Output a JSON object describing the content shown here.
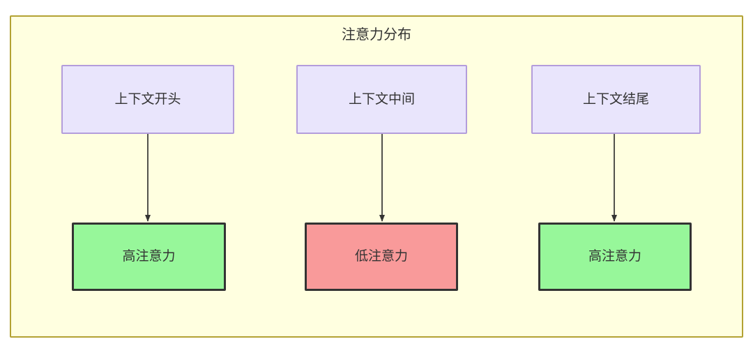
{
  "diagram": {
    "title": "注意力分布",
    "container": {
      "fill": "#ffffe0",
      "stroke": "#b3a233"
    },
    "nodes": [
      {
        "id": "ctx-start",
        "label": "上下文开头",
        "row": "top",
        "fill": "#e9e5fc",
        "stroke": "#b39ddb"
      },
      {
        "id": "ctx-middle",
        "label": "上下文中间",
        "row": "top",
        "fill": "#e9e5fc",
        "stroke": "#b39ddb"
      },
      {
        "id": "ctx-end",
        "label": "上下文结尾",
        "row": "top",
        "fill": "#e9e5fc",
        "stroke": "#b39ddb"
      },
      {
        "id": "attn-start",
        "label": "高注意力",
        "row": "bottom",
        "fill": "#97f79a",
        "stroke": "#333333"
      },
      {
        "id": "attn-middle",
        "label": "低注意力",
        "row": "bottom",
        "fill": "#f99a9a",
        "stroke": "#333333"
      },
      {
        "id": "attn-end",
        "label": "高注意力",
        "row": "bottom",
        "fill": "#97f79a",
        "stroke": "#333333"
      }
    ],
    "edges": [
      {
        "id": "edge-start",
        "from": "ctx-start",
        "to": "attn-start",
        "label": ""
      },
      {
        "id": "edge-middle",
        "from": "ctx-middle",
        "to": "attn-middle",
        "label": ""
      },
      {
        "id": "edge-end",
        "from": "ctx-end",
        "to": "attn-end",
        "label": ""
      }
    ]
  }
}
